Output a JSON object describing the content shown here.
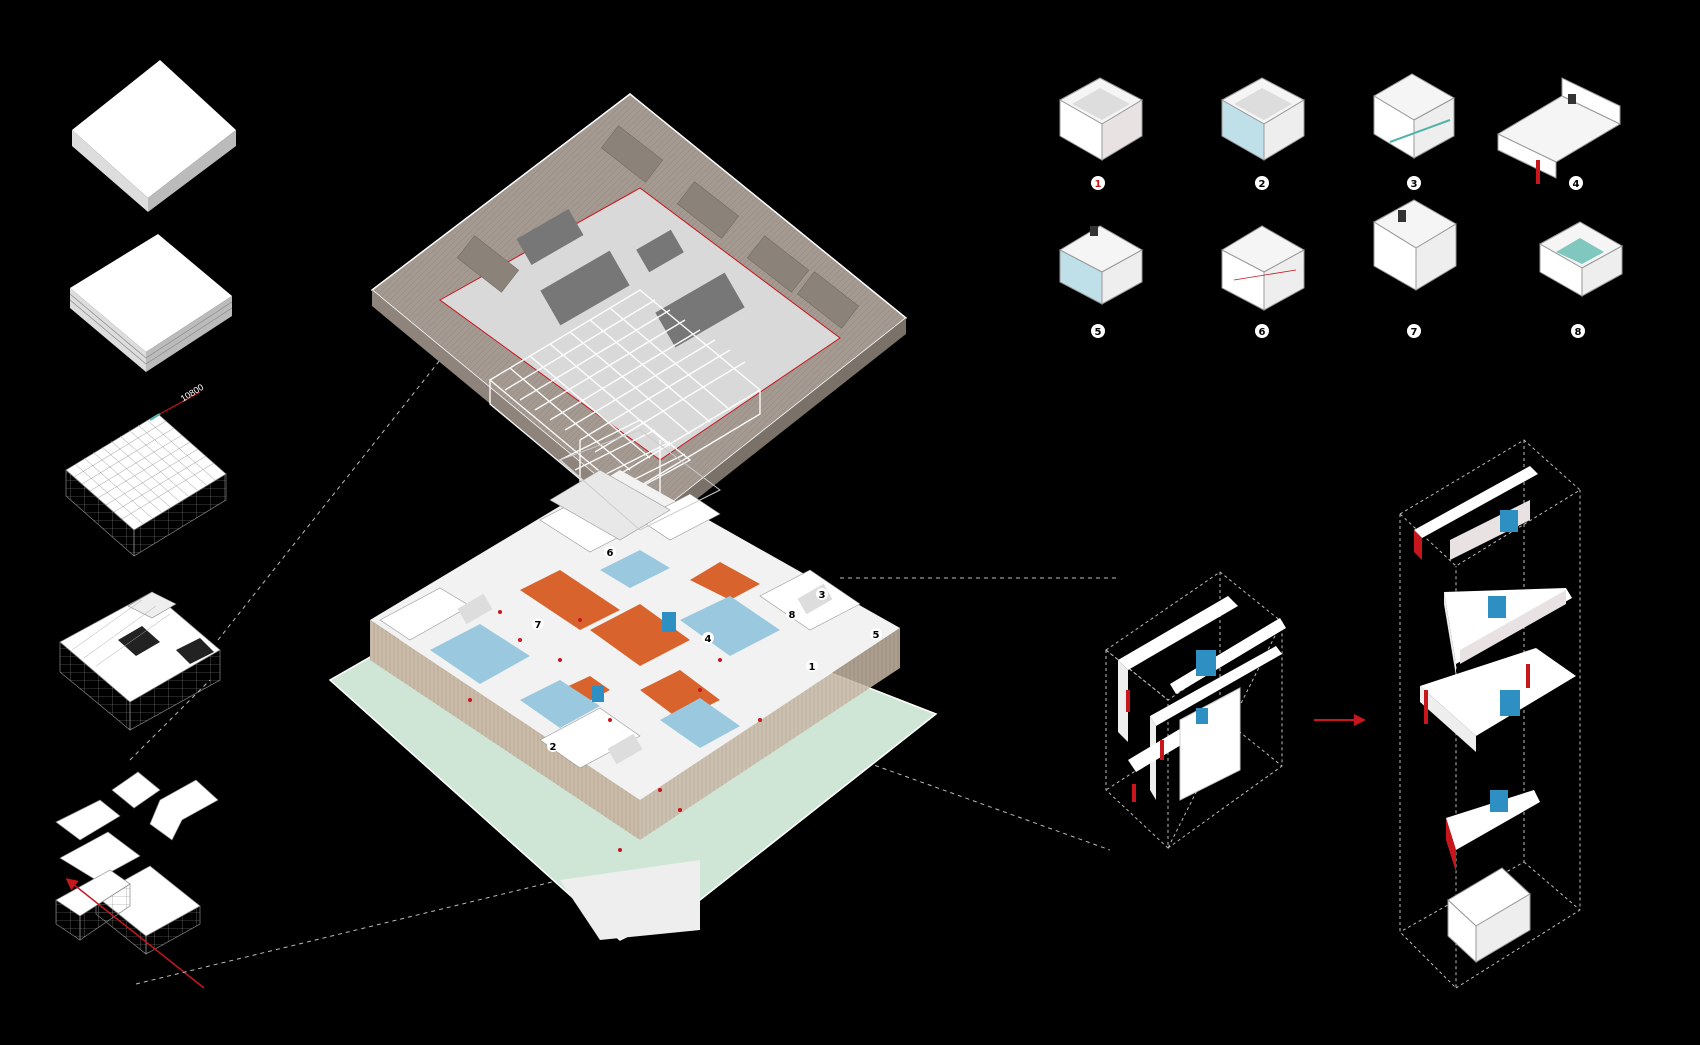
{
  "colors": {
    "background": "#000000",
    "white": "#ffffff",
    "accent_red": "#c8161d",
    "roof_taupe": "#a49a91",
    "floor_orange": "#d9632c",
    "glass_blue": "#9ac9df",
    "furniture_blue": "#2e8fc2",
    "ground_green": "#cfe6d6",
    "dotted_line": "#bbbbbb"
  },
  "dimension_label": "10800",
  "unit_labels": [
    "1",
    "2",
    "3",
    "4",
    "5",
    "6",
    "7",
    "8"
  ],
  "plan_markers": [
    "2",
    "3",
    "4",
    "5",
    "6",
    "7",
    "8",
    "1"
  ],
  "icons": {
    "arrow": "red-arrow-right-icon",
    "direction": "red-direction-arrow-icon"
  }
}
